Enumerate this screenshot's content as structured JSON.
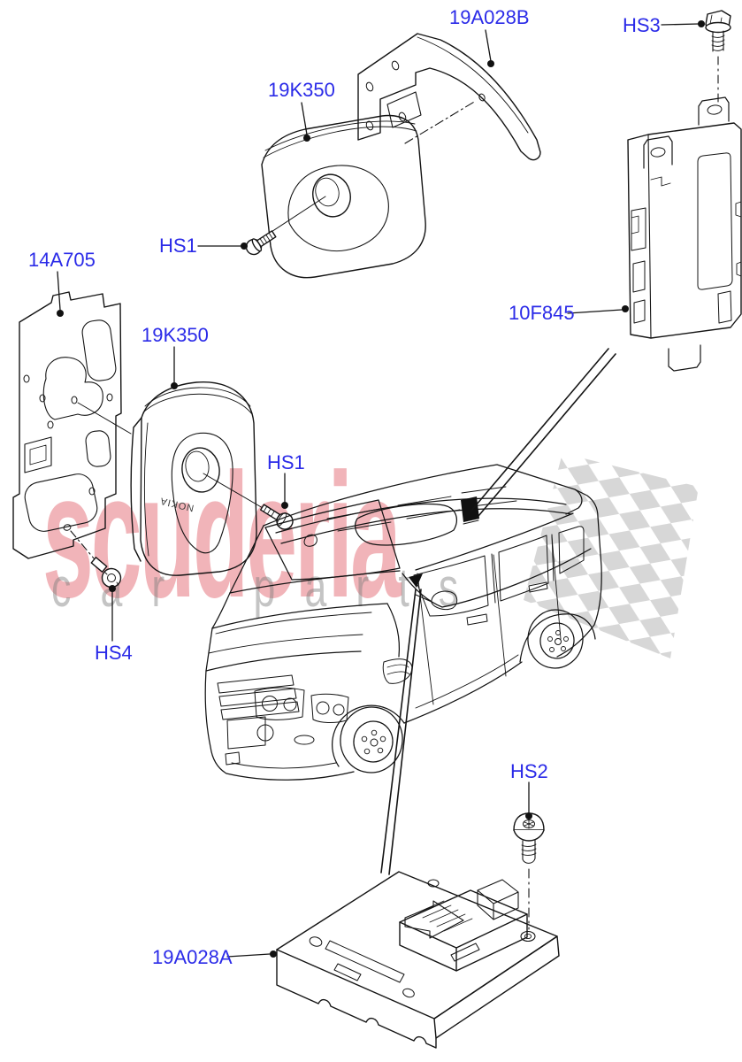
{
  "watermark": {
    "brand": "scuderia",
    "tagline": "car parts",
    "brand_color": "rgba(214,34,50,0.34)",
    "tagline_color": "rgba(125,125,125,0.45)",
    "flag_color": "#d7d7d7"
  },
  "diagram": {
    "label_color": "#2B2BE8",
    "cradle_brand": "NOKIA",
    "labels": [
      {
        "id": "19A028B",
        "text": "19A028B"
      },
      {
        "id": "HS3",
        "text": "HS3"
      },
      {
        "id": "19K350-upper",
        "text": "19K350"
      },
      {
        "id": "HS1-upper",
        "text": "HS1"
      },
      {
        "id": "14A705",
        "text": "14A705"
      },
      {
        "id": "19K350-lower",
        "text": "19K350"
      },
      {
        "id": "HS1-lower",
        "text": "HS1"
      },
      {
        "id": "10F845",
        "text": "10F845"
      },
      {
        "id": "HS4",
        "text": "HS4"
      },
      {
        "id": "HS2",
        "text": "HS2"
      },
      {
        "id": "19A028A",
        "text": "19A028A"
      }
    ]
  }
}
